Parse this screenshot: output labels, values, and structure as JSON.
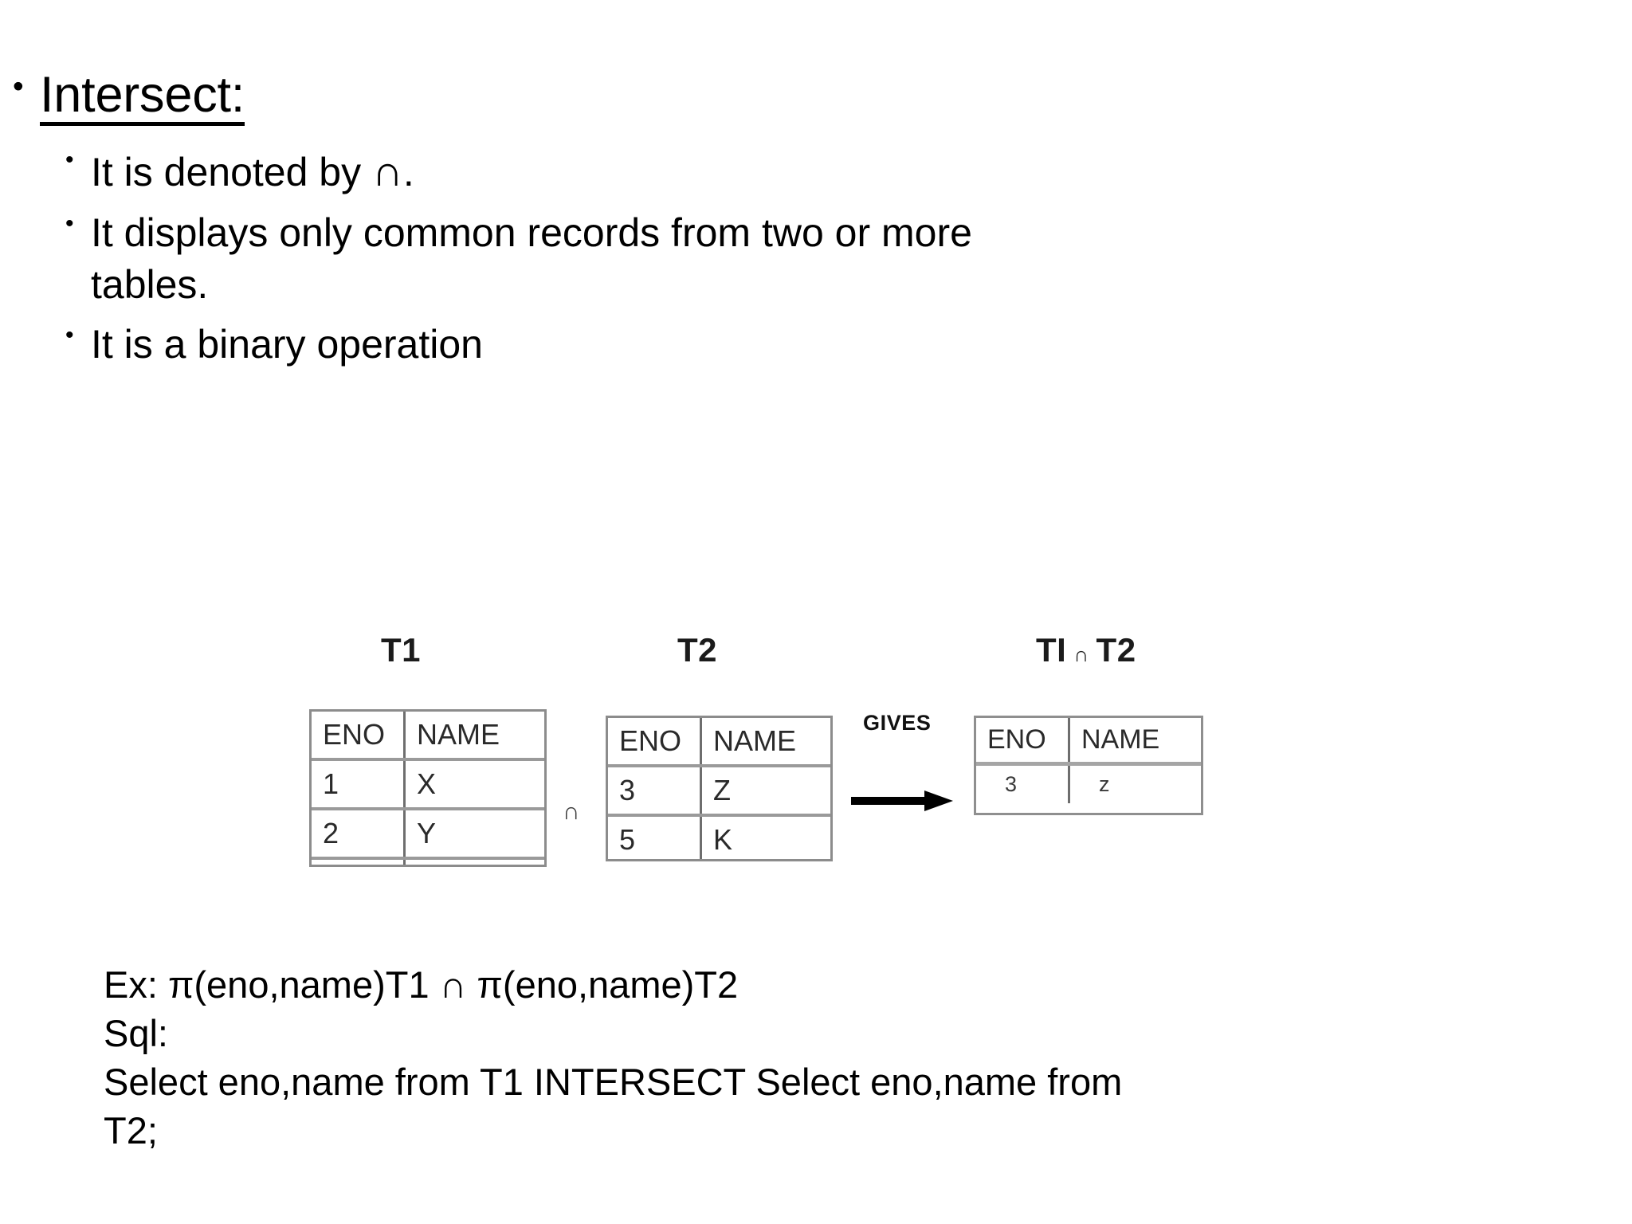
{
  "slide": {
    "title": "Intersect:",
    "bullet_glyph": "•",
    "points": [
      {
        "id": "denoted",
        "text_before": "It is denoted by ",
        "symbol": "∩",
        "text_after": "."
      },
      {
        "id": "common-records",
        "text": "It displays only common records from two or more tables."
      },
      {
        "id": "binary-operation",
        "text": "It is a binary operation"
      }
    ]
  },
  "diagram": {
    "t1": {
      "title": "T1",
      "headers": [
        "ENO",
        "NAME"
      ],
      "rows": [
        [
          "1",
          "X"
        ],
        [
          "2",
          "Y"
        ]
      ]
    },
    "operator_symbol": "∩",
    "t2": {
      "title": "T2",
      "headers": [
        "ENO",
        "NAME"
      ],
      "rows": [
        [
          "3",
          "Z"
        ],
        [
          "5",
          "K"
        ]
      ]
    },
    "gives_label": "GIVES",
    "arrow_icon": "right-arrow",
    "result": {
      "title_part1": "TI",
      "title_symbol": "∩",
      "title_part2": "T2",
      "headers": [
        "ENO",
        "NAME"
      ],
      "rows": [
        [
          "3",
          "z"
        ]
      ]
    }
  },
  "bottom": {
    "example_line": "Ex: π(eno,name)T1 ∩ π(eno,name)T2",
    "sql_label": "Sql:",
    "sql_statement": "Select eno,name from T1 INTERSECT Select eno,name from T2;"
  },
  "colors": {
    "background": "#ffffff",
    "text": "#000000",
    "table_border": "#8c8c8c",
    "table_text": "#2a2a2a"
  }
}
